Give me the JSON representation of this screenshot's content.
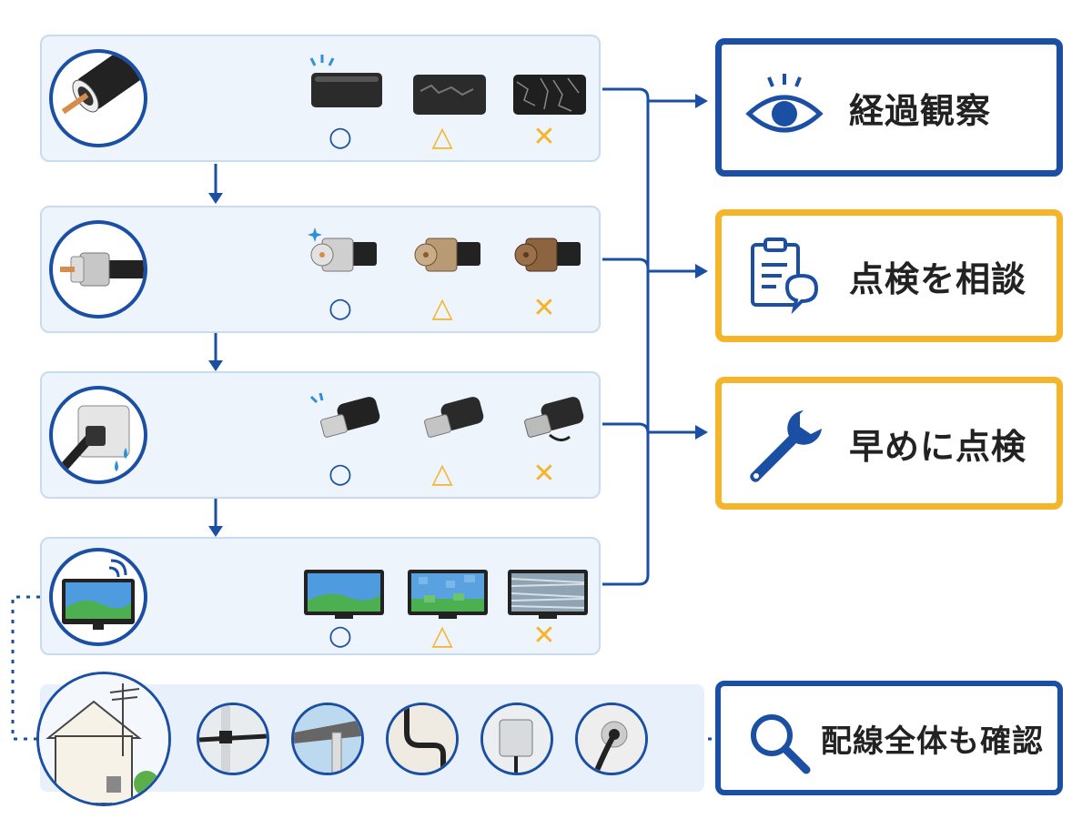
{
  "marks": {
    "good": "○",
    "warn": "△",
    "bad": "✕"
  },
  "rows": [
    {
      "id": "cable",
      "icon": "coax-cable-icon",
      "stages": [
        "cable-jacket-good-icon",
        "cable-jacket-cracked-icon",
        "cable-jacket-degraded-icon"
      ]
    },
    {
      "id": "connector",
      "icon": "f-connector-icon",
      "stages": [
        "connector-clean-icon",
        "connector-tarnished-icon",
        "connector-corroded-icon"
      ]
    },
    {
      "id": "waterproof",
      "icon": "wall-outlet-water-icon",
      "stages": [
        "boot-good-icon",
        "boot-worn-icon",
        "boot-damaged-icon"
      ]
    },
    {
      "id": "screen",
      "icon": "tv-signal-icon",
      "stages": [
        "tv-clear-icon",
        "tv-pixelated-icon",
        "tv-noise-icon"
      ]
    }
  ],
  "results": [
    {
      "id": "observe",
      "label": "経過観察",
      "icon": "eye-icon",
      "border": "#1a4fa3"
    },
    {
      "id": "consult",
      "label": "点検を相談",
      "icon": "clipboard-chat-icon",
      "border": "#f5b52b"
    },
    {
      "id": "early",
      "label": "早めに点検",
      "icon": "wrench-icon",
      "border": "#f5b52b"
    },
    {
      "id": "whole",
      "label": "配線全体も確認",
      "icon": "magnifier-icon",
      "border": "#1a4fa3"
    }
  ],
  "wiring": [
    "house-antenna-icon",
    "cable-clamp-icon",
    "gutter-route-icon",
    "wall-bend-icon",
    "junction-box-icon",
    "wall-entry-icon"
  ],
  "colors": {
    "blue": "#1a4fa3",
    "orange": "#f5b52b",
    "panel": "#eef4fc"
  }
}
